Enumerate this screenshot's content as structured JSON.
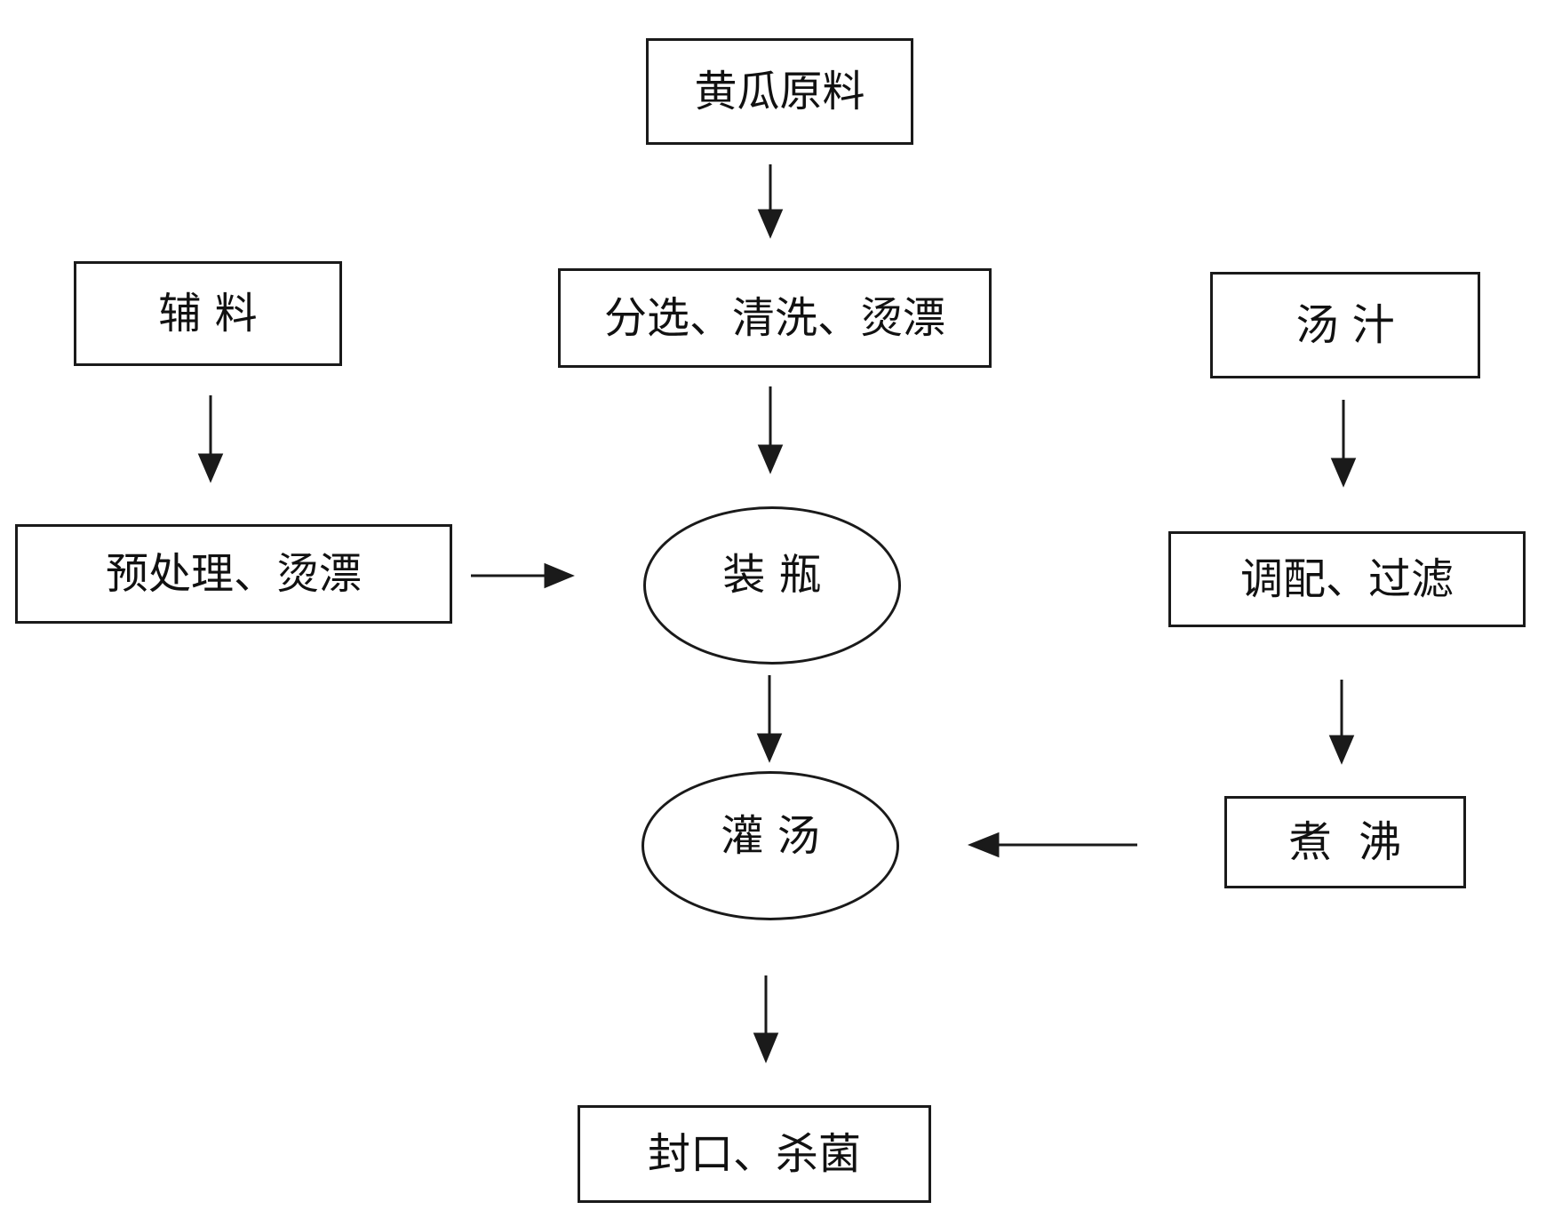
{
  "nodes": {
    "cucumber_raw": "黄瓜原料",
    "accessories": "辅 料",
    "sort_wash_blanch": "分选、清洗、烫漂",
    "soup": "汤 汁",
    "pretreat_blanch": "预处理、烫漂",
    "bottling": "装 瓶",
    "mix_filter": "调配、过滤",
    "pour_soup": "灌 汤",
    "boil": "煮  沸",
    "seal_sterilize": "封口、杀菌"
  },
  "colors": {
    "stroke": "#1a1a1a",
    "background": "#ffffff"
  }
}
